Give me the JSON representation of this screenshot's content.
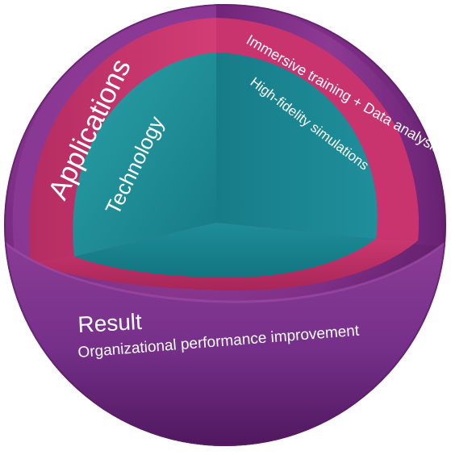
{
  "layers": {
    "outer": {
      "label": "Applications",
      "description": "Immersive training + Data analysis"
    },
    "inner": {
      "label": "Technology",
      "description": "High-fidelity simulations"
    },
    "result": {
      "label": "Result",
      "description": "Organizational performance improvement"
    }
  },
  "colors": {
    "outer_shell": "#7a2e86",
    "middle_shell": "#c7356b",
    "core": "#1c8a96"
  }
}
